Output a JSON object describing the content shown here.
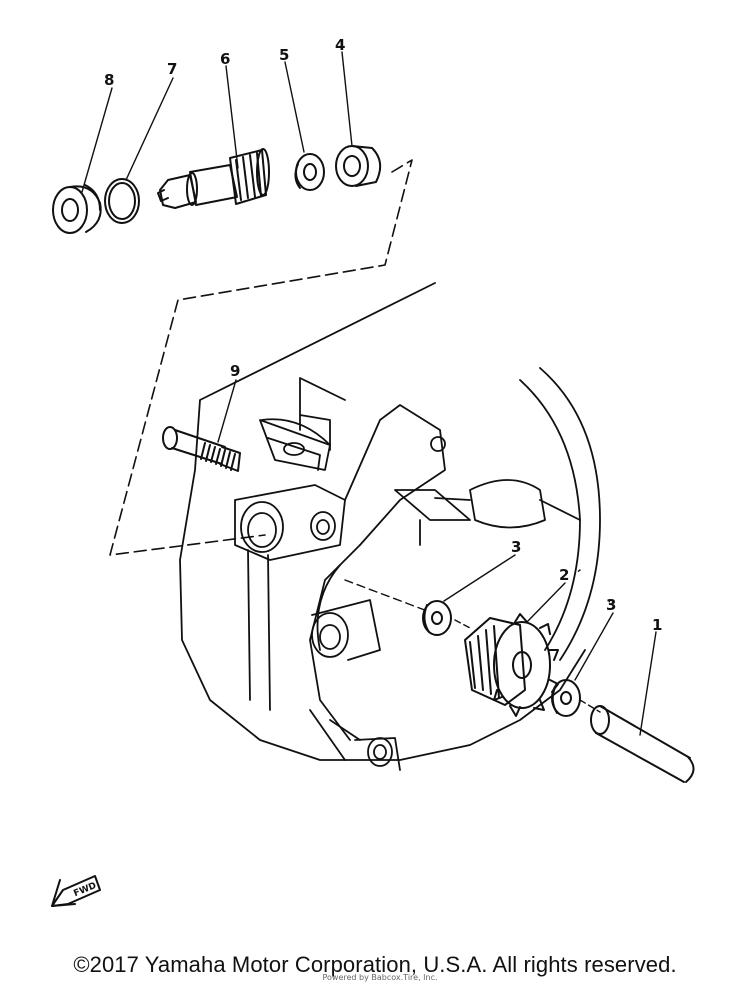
{
  "diagram": {
    "callouts": [
      {
        "id": "1",
        "label": "1"
      },
      {
        "id": "2",
        "label": "2"
      },
      {
        "id": "3a",
        "label": "3"
      },
      {
        "id": "3b",
        "label": "3"
      },
      {
        "id": "4",
        "label": "4"
      },
      {
        "id": "5",
        "label": "5"
      },
      {
        "id": "6",
        "label": "6"
      },
      {
        "id": "7",
        "label": "7"
      },
      {
        "id": "8",
        "label": "8"
      },
      {
        "id": "9",
        "label": "9"
      }
    ],
    "fwd_label": "FWD"
  },
  "footer": {
    "copyright": "©2017 Yamaha Motor Corporation, U.S.A. All rights reserved.",
    "credit": "Powered by Babcox.Tire, Inc."
  },
  "colors": {
    "ink": "#111111",
    "paper": "#ffffff"
  }
}
